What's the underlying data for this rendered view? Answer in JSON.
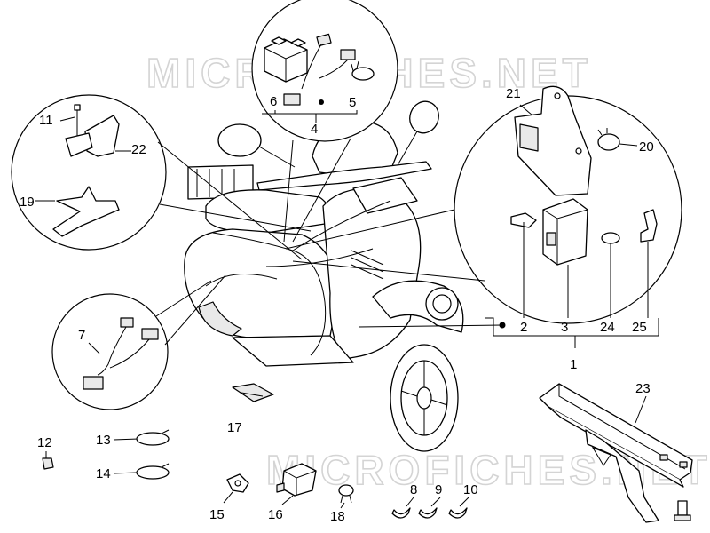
{
  "watermark": "MICROFICHES.NET",
  "labels": {
    "p1": "1",
    "p2": "2",
    "p3": "3",
    "p4": "4",
    "p5": "5",
    "p6": "6",
    "p7": "7",
    "p8": "8",
    "p9": "9",
    "p10": "10",
    "p11": "11",
    "p12": "12",
    "p13": "13",
    "p14": "14",
    "p15": "15",
    "p16": "16",
    "p17": "17",
    "p18": "18",
    "p19": "19",
    "p20": "20",
    "p21": "21",
    "p22": "22",
    "p23": "23",
    "p24": "24",
    "p25": "25"
  }
}
